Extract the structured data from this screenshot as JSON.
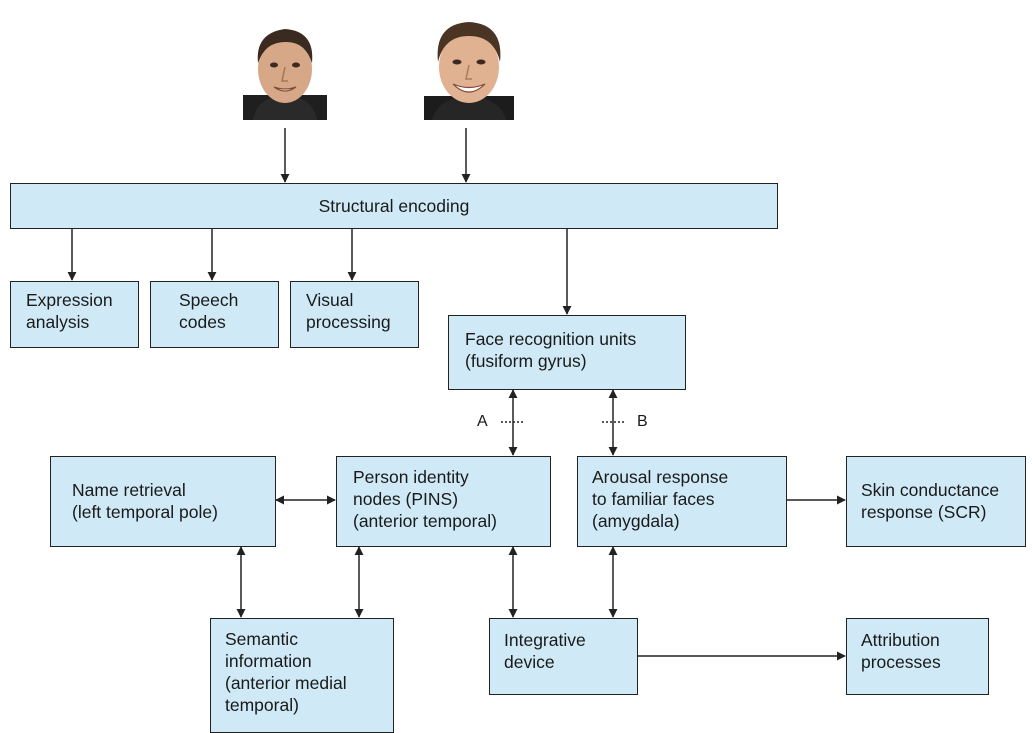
{
  "photos": [
    {
      "name": "face-photo-1"
    },
    {
      "name": "face-photo-2"
    }
  ],
  "boxes": {
    "structural_encoding": "Structural encoding",
    "expression_analysis": "Expression\nanalysis",
    "speech_codes": "Speech\ncodes",
    "visual_processing": "Visual\nprocessing",
    "face_recognition_units": "Face recognition units\n(fusiform gyrus)",
    "name_retrieval": "Name retrieval\n(left temporal pole)",
    "person_identity_nodes": "Person identity\nnodes (PINS)\n(anterior temporal)",
    "arousal_response": "Arousal response\nto familiar faces\n(amygdala)",
    "skin_conductance": "Skin conductance\nresponse (SCR)",
    "semantic_information": "Semantic\ninformation\n(anterior medial\ntemporal)",
    "integrative_device": "Integrative\ndevice",
    "attribution_processes": "Attribution\nprocesses"
  },
  "route_labels": {
    "a": "A",
    "b": "B"
  },
  "colors": {
    "box_fill": "#cfeaf6",
    "stroke": "#222222"
  }
}
